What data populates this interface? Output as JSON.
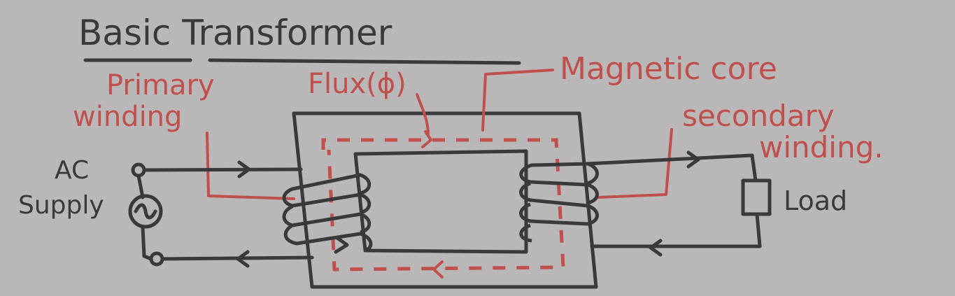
{
  "title": "Basic Transformer",
  "labels": {
    "primary_winding_line1": "Primary",
    "primary_winding_line2": "winding",
    "flux": "Flux(ϕ)",
    "magnetic_core": "Magnetic core",
    "secondary_winding_line1": "secondary",
    "secondary_winding_line2": "winding.",
    "ac_supply_line1": "AC",
    "ac_supply_line2": "Supply",
    "load": "Load"
  },
  "colors": {
    "background": "#bab7b9",
    "ink": "#3a3a3c",
    "annotation": "#c0504d"
  }
}
